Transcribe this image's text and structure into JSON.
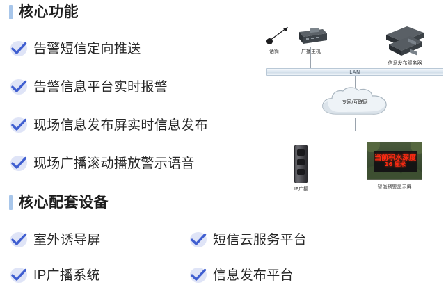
{
  "theme": {
    "accent_bar_color": "#a8c6ea",
    "check_color": "#3f5ed0",
    "check_halo_color": "#dfe4f7",
    "heading_color": "#1d1d1d",
    "led_text_color": "#ff2a12"
  },
  "sections": [
    {
      "id": "core-functions",
      "title": "核心功能",
      "items": [
        {
          "label": "告警短信定向推送"
        },
        {
          "label": "告警信息平台实时报警"
        },
        {
          "label": "现场信息发布屏实时信息发布"
        },
        {
          "label": "现场广播滚动播放警示语音"
        }
      ]
    },
    {
      "id": "core-equipment",
      "title": "核心配套设备",
      "items": [
        {
          "label": "室外诱导屏"
        },
        {
          "label": "IP广播系统"
        },
        {
          "label": "短信云服务平台"
        },
        {
          "label": "信息发布平台"
        }
      ]
    }
  ],
  "diagram": {
    "nodes": {
      "microphone": "话筒",
      "broadcast_host": "广播主机",
      "info_server": "信息发布服务器",
      "network_bus": "LAN",
      "cloud": "专网/互联网",
      "ip_speaker": "IP广播",
      "led_screen": "智能预警显示屏"
    },
    "led_screen_text": {
      "line1": "当前积水深度",
      "line2": "16 厘米"
    }
  }
}
